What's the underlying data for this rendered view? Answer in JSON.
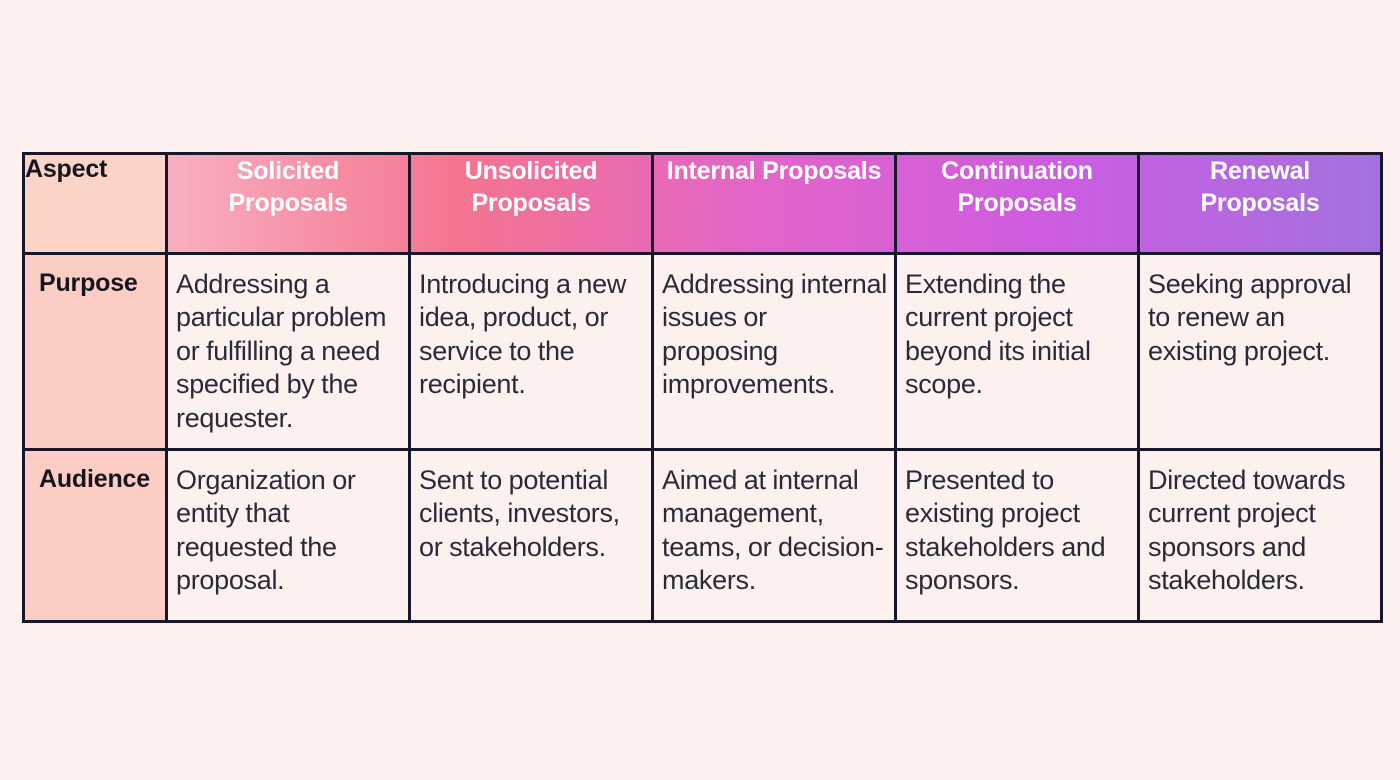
{
  "page": {
    "background_color": "#FDF1F0",
    "border_color": "#17172B",
    "text_color": "#2B2B38"
  },
  "table": {
    "name": "proposal-types-comparison",
    "header_gradient": {
      "from": "#F8AFC0",
      "mid": "#E264C9",
      "to": "#A371E0"
    },
    "aspect_header_bg": "#FBD3C7",
    "aspect_column_bg": "#FCCDC5",
    "columns": [
      {
        "key": "aspect",
        "label": "Aspect"
      },
      {
        "key": "solicited",
        "label": "Solicited Proposals"
      },
      {
        "key": "unsolicited",
        "label": "Unsolicited Proposals"
      },
      {
        "key": "internal",
        "label": "Internal Proposals"
      },
      {
        "key": "continuation",
        "label": "Continuation Proposals"
      },
      {
        "key": "renewal",
        "label": "Renewal Proposals"
      }
    ],
    "rows": [
      {
        "aspect": "Purpose",
        "cells": [
          "Addressing a particular problem or fulfilling a need specified by the requester.",
          "Introducing a new idea, product, or service to the recipient.",
          "Addressing internal issues or proposing improvements.",
          "Extending the current project beyond its initial scope.",
          "Seeking approval to renew an existing project."
        ]
      },
      {
        "aspect": "Audience",
        "cells": [
          "Organization or entity that requested the proposal.",
          "Sent to potential clients, investors, or stakeholders.",
          "Aimed at internal management, teams, or decision-makers.",
          "Presented to existing project stakeholders and sponsors.",
          "Directed towards current project sponsors and stakeholders."
        ]
      }
    ]
  }
}
